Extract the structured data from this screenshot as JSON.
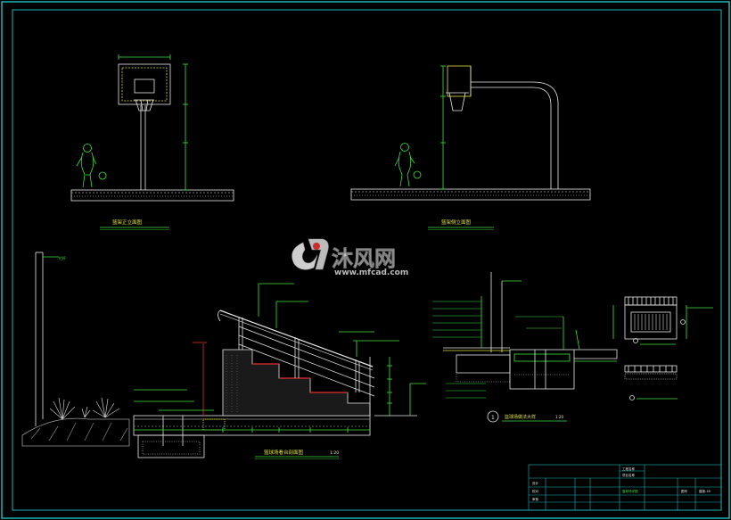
{
  "drawing": {
    "colors": {
      "background": "#000000",
      "frame": "#18b5b5",
      "line_white": "#e8e8e8",
      "line_green": "#3fe03f",
      "line_yellow": "#e0e040",
      "line_red": "#e03030",
      "line_magenta": "#e040e0",
      "line_cyan": "#30d8d8",
      "watermark": "#c8c8c8",
      "watermark_logo": "#e5e5e5"
    },
    "labels": {
      "front_elevation": "篮架正立面图",
      "side_elevation": "篮架侧立面图",
      "stair_section": "篮球场看台剖面图",
      "stair_scale": "1:20",
      "detail_title": "篮球场做法大样",
      "detail_scale": "1:20",
      "detail_number": "1",
      "wall_tag": "栏杆"
    },
    "watermark": {
      "brand": "沐风网",
      "url": "www.mfcad.com",
      "logo_icon": "mf-logo"
    },
    "title_block": {
      "row1": "工程名称",
      "row2": "项目名称",
      "drawing_name": "篮球场详图",
      "cell_a": "设计",
      "cell_b": "校对",
      "cell_c": "审核",
      "cell_d": "图号",
      "sheet": "建施-18"
    }
  }
}
